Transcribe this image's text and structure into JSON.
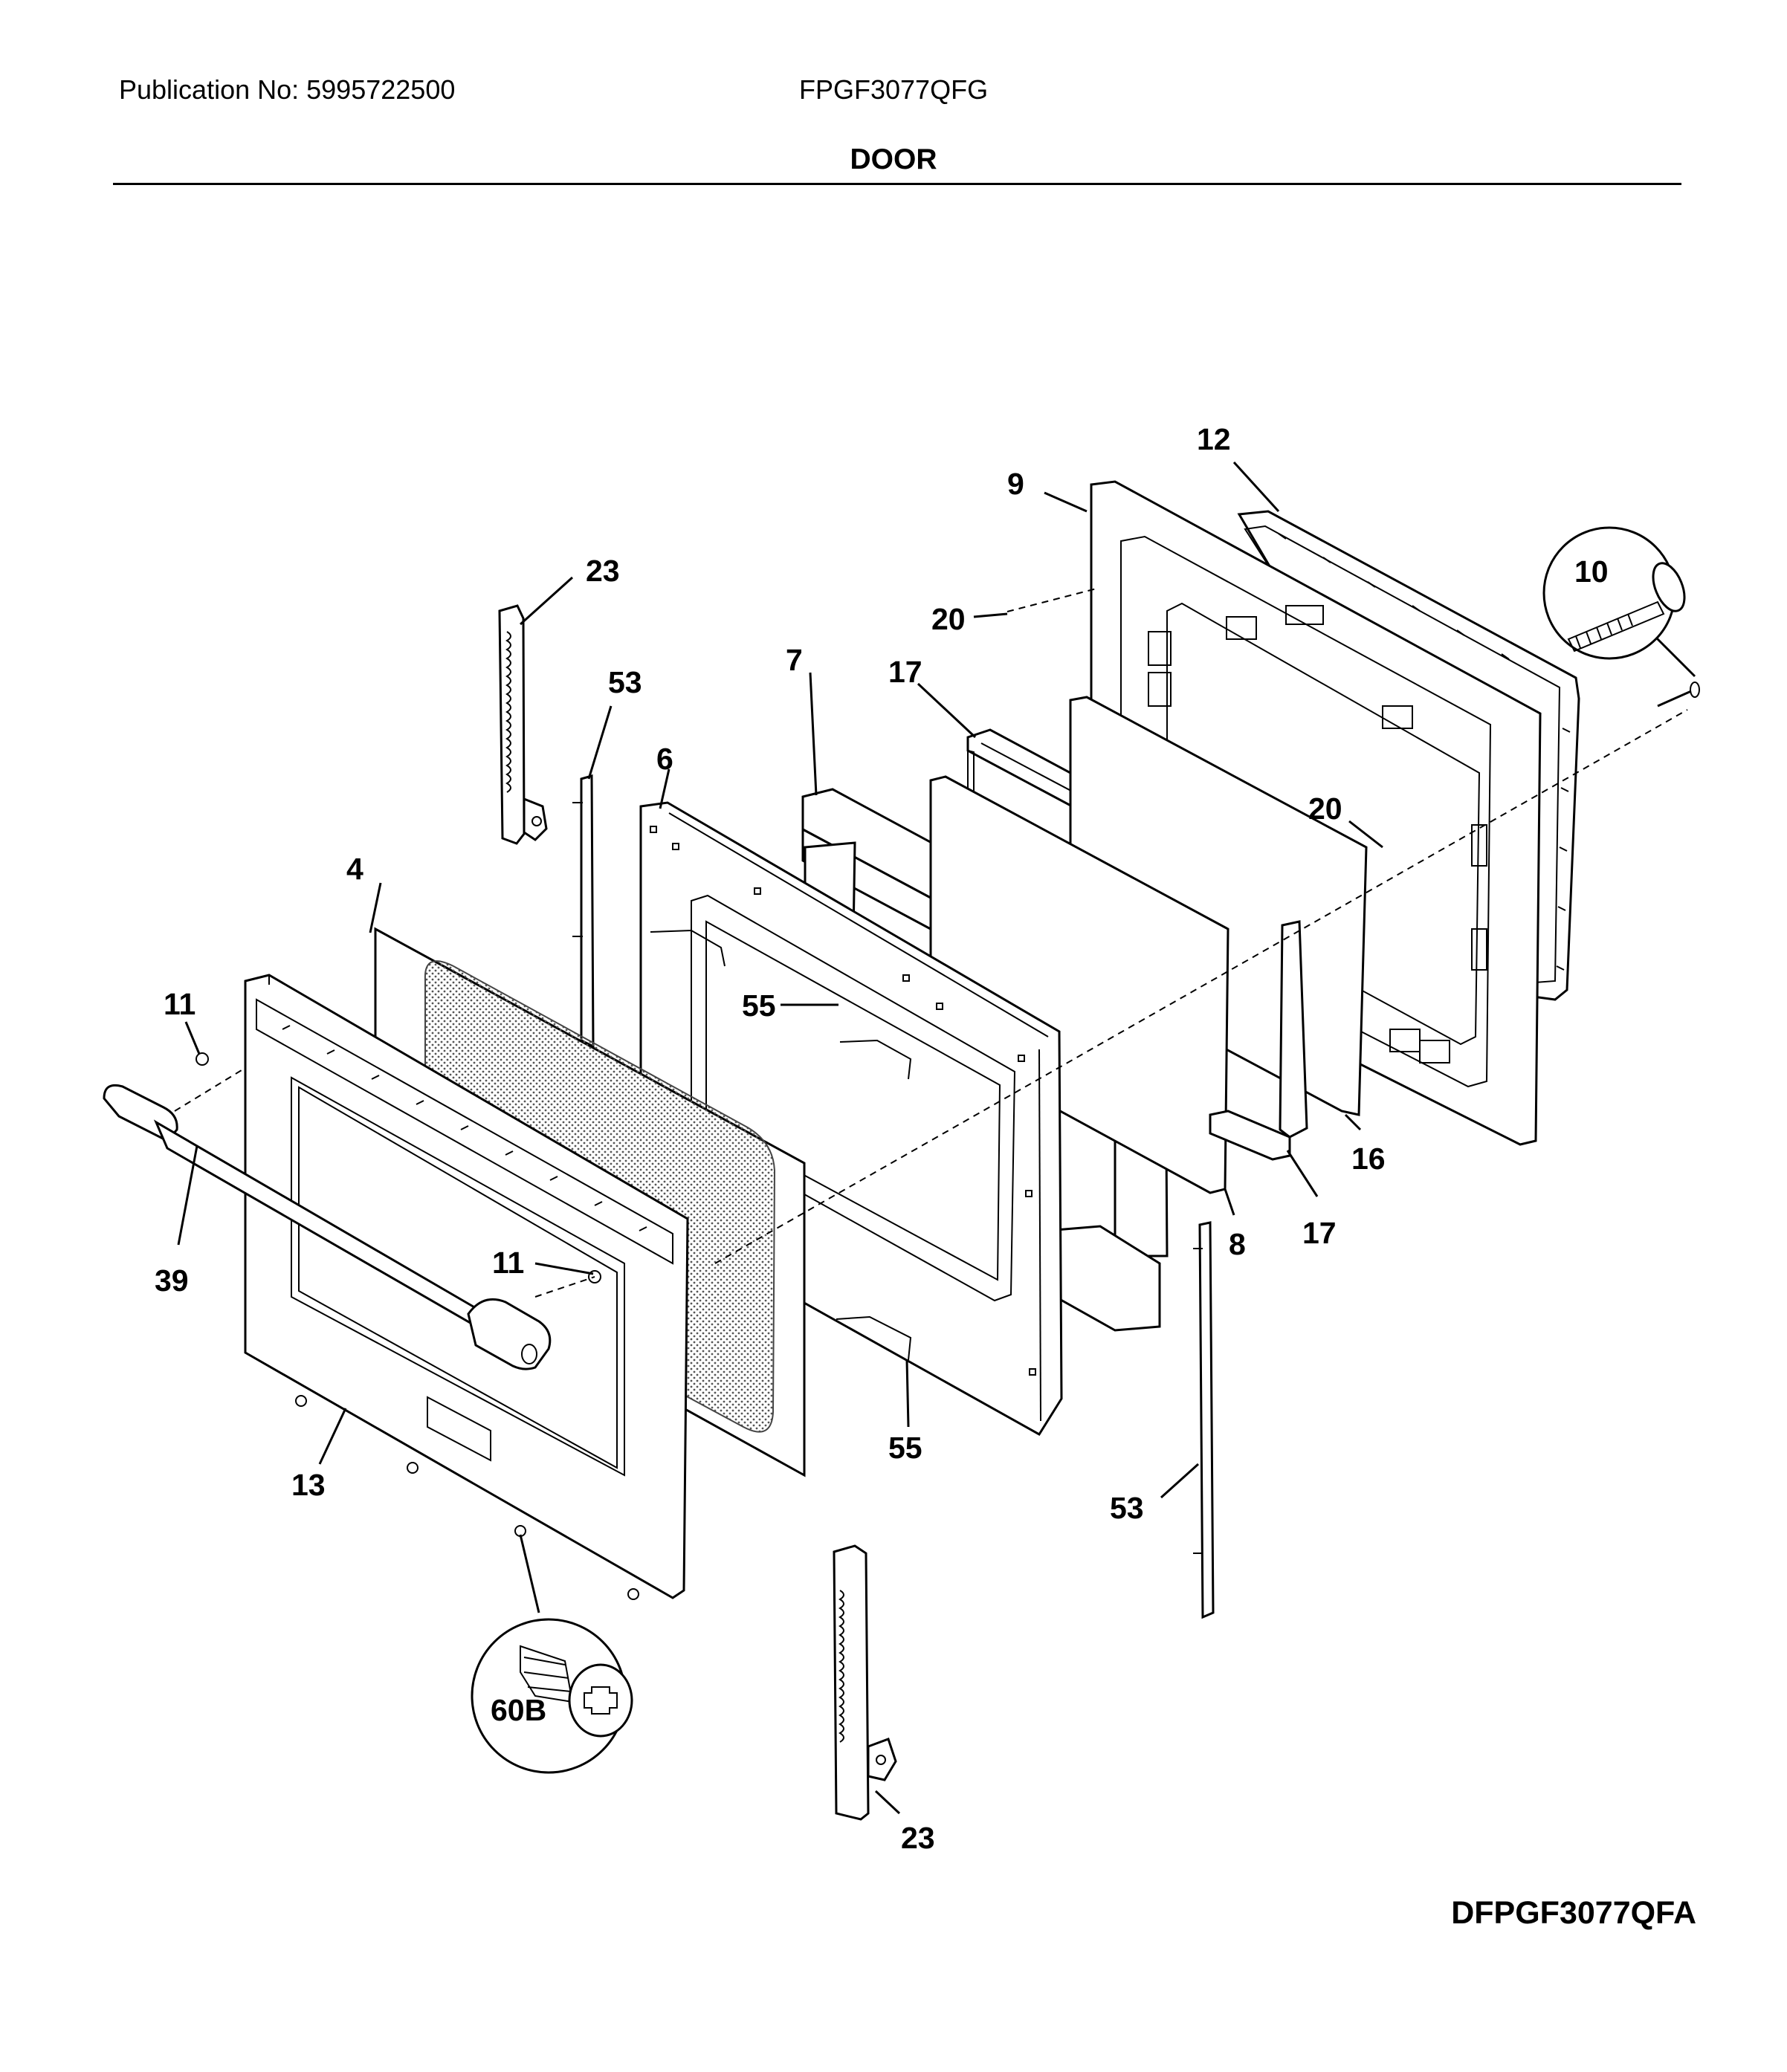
{
  "header": {
    "publication": "Publication No: 5995722500",
    "model": "FPGF3077QFG",
    "title": "DOOR"
  },
  "footer": {
    "diagram_id": "DFPGF3077QFA"
  },
  "callouts": {
    "c12": "12",
    "c9": "9",
    "c10": "10",
    "c23_top": "23",
    "c20_top": "20",
    "c53_top": "53",
    "c7": "7",
    "c17_top": "17",
    "c6": "6",
    "c20_right": "20",
    "c4": "4",
    "c11_left": "11",
    "c55_mid": "55",
    "c16": "16",
    "c39": "39",
    "c8": "8",
    "c17_bottom": "17",
    "c11_handle": "11",
    "c55_bottom": "55",
    "c13": "13",
    "c53_bottom": "53",
    "c60B": "60B",
    "c23_bottom": "23"
  }
}
